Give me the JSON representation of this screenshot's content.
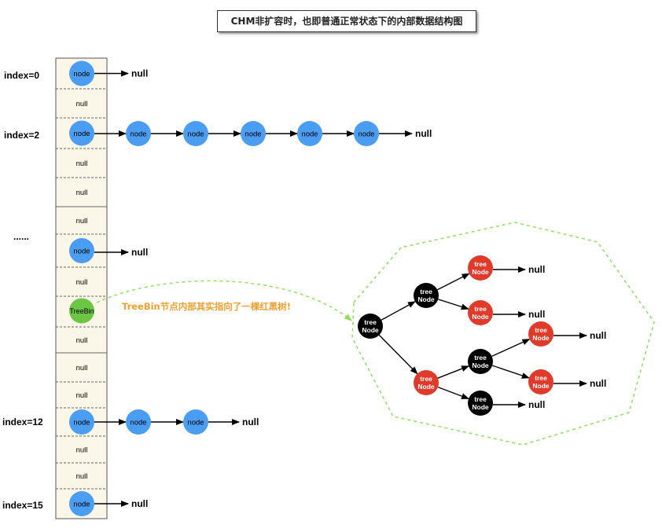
{
  "title": "CHM非扩容时，也即普通正常状态下的内部数据结构图",
  "index_labels": {
    "i0": "index=0",
    "i2": "index=2",
    "dots": "......",
    "i12": "index=12",
    "i15": "index=15"
  },
  "table": {
    "node": "node",
    "null": "null",
    "treebin": "TreeBin",
    "cells": [
      "node",
      "null",
      "node",
      "null",
      "null",
      "null",
      "node",
      "null",
      "TreeBin",
      "null",
      "null",
      "null",
      "node",
      "null",
      "null",
      "node"
    ]
  },
  "chain_null": "null",
  "node_label": "node",
  "tree_node_line1": "tree",
  "tree_node_line2": "Node",
  "annotation": "TreeBin节点内部其实指向了一棵红黑树!",
  "colors": {
    "table_fill": "#faf6e8",
    "node_blue": "#4a9df0",
    "treebin_green": "#6cc644",
    "tree_black": "#000000",
    "tree_red": "#e03a2a",
    "dashed_green": "#8ee060",
    "annotation_orange": "#f0a030"
  }
}
